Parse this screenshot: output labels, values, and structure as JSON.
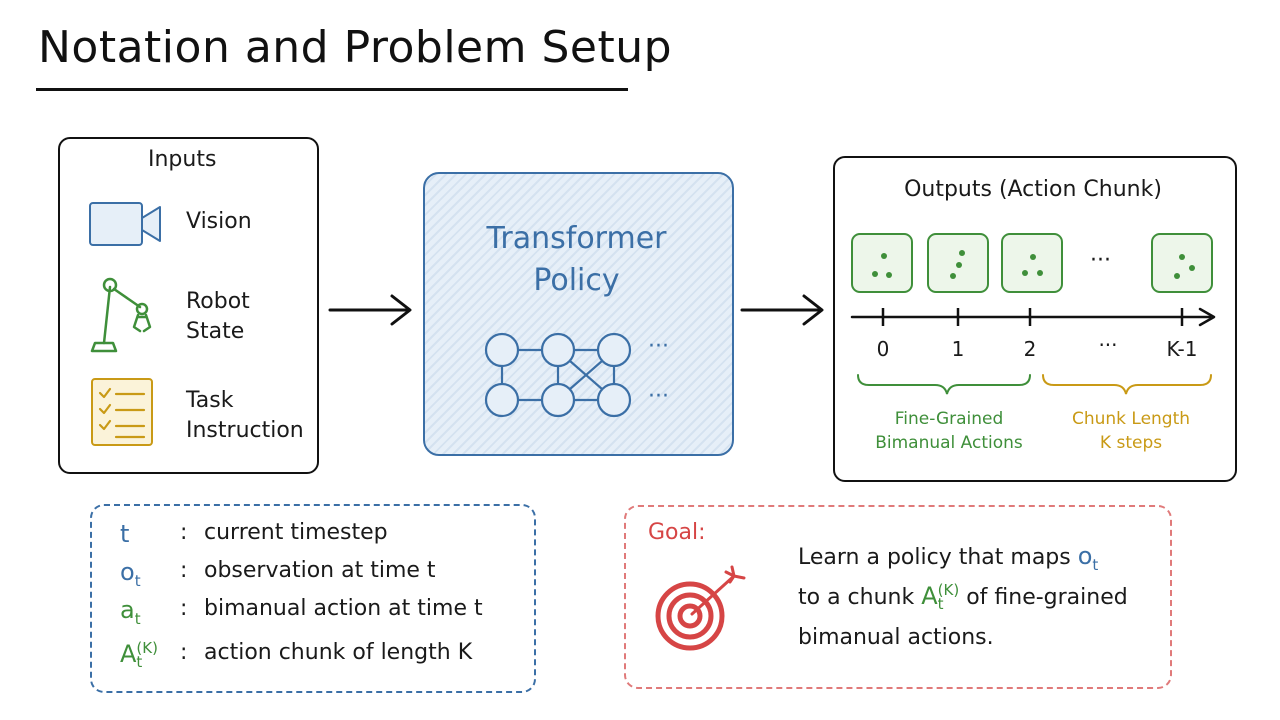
{
  "title": "Notation and Problem Setup",
  "colors": {
    "blue": "#3b6fa6",
    "green": "#3f8f3a",
    "gold": "#c99a16",
    "red": "#d64545"
  },
  "inputs": {
    "heading": "Inputs",
    "items": [
      {
        "icon": "camera-icon",
        "label": "Vision"
      },
      {
        "icon": "robot-arm-icon",
        "label_line1": "Robot",
        "label_line2": "State"
      },
      {
        "icon": "checklist-icon",
        "label_line1": "Task",
        "label_line2": "Instruction"
      }
    ]
  },
  "policy": {
    "line1": "Transformer",
    "line2": "Policy",
    "ellipsis": "···"
  },
  "outputs": {
    "heading": "Outputs (Action Chunk)",
    "ellipsis": "···",
    "ticks": [
      "0",
      "1",
      "2",
      "···",
      "K-1"
    ],
    "brace_green_line1": "Fine-Grained",
    "brace_green_line2": "Bimanual Actions",
    "brace_gold_line1": "Chunk Length",
    "brace_gold_line2": "K steps"
  },
  "notation": [
    {
      "sym": "t",
      "sub": "",
      "sup": "",
      "desc": "current timestep",
      "color": "#3b6fa6"
    },
    {
      "sym": "o",
      "sub": "t",
      "sup": "",
      "desc": "observation at time t",
      "color": "#3b6fa6"
    },
    {
      "sym": "a",
      "sub": "t",
      "sup": "",
      "desc": "bimanual action at time t",
      "color": "#3f8f3a"
    },
    {
      "sym": "A",
      "sub": "t",
      "sup": "(K)",
      "desc": "action chunk of length K",
      "color": "#3f8f3a"
    }
  ],
  "notation_colon": ":",
  "goal": {
    "label": "Goal:",
    "line1_text": "Learn a policy that maps",
    "line1_sym": "o",
    "line1_sub": "t",
    "line2_pre": "to a chunk",
    "line2_sym": "A",
    "line2_sub": "t",
    "line2_sup": "(K)",
    "line2_post": "of fine-grained",
    "line3": "bimanual actions."
  }
}
